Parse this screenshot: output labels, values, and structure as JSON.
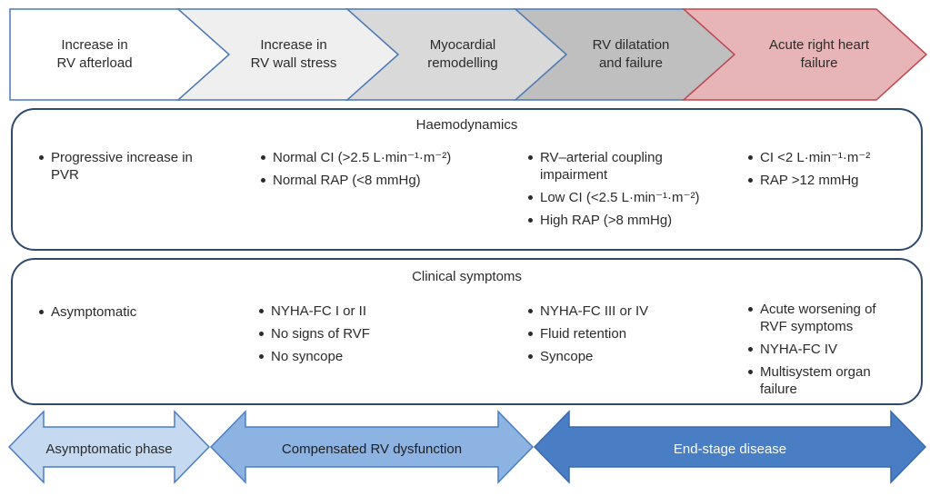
{
  "stages": [
    {
      "line1": "Increase in",
      "line2": "RV afterload"
    },
    {
      "line1": "Increase in",
      "line2": "RV wall stress"
    },
    {
      "line1": "Myocardial",
      "line2": "remodelling"
    },
    {
      "line1": "RV dilatation",
      "line2": "and failure"
    },
    {
      "line1": "Acute right heart",
      "line2": "failure"
    }
  ],
  "haemodynamics": {
    "title": "Haemodynamics",
    "col1": [
      "Progressive increase in PVR"
    ],
    "col2": [
      "Normal CI (>2.5 L·min⁻¹·m⁻²)",
      "Normal RAP (<8 mmHg)"
    ],
    "col3": [
      "RV–arterial coupling impairment",
      "Low CI (<2.5 L·min⁻¹·m⁻²)",
      "High RAP (>8 mmHg)"
    ],
    "col4": [
      "CI <2 L·min⁻¹·m⁻²",
      "RAP >12 mmHg"
    ]
  },
  "clinical": {
    "title": "Clinical symptoms",
    "col1": [
      "Asymptomatic"
    ],
    "col2": [
      "NYHA-FC I or II",
      "No signs of RVF",
      "No syncope"
    ],
    "col3": [
      "NYHA-FC III or IV",
      "Fluid retention",
      "Syncope"
    ],
    "col4": [
      "Acute worsening of RVF symptoms",
      "NYHA-FC IV",
      "Multisystem organ failure"
    ]
  },
  "phases": {
    "asymptomatic": "Asymptomatic phase",
    "compensated": "Compensated RV dysfunction",
    "end_stage": "End-stage disease"
  },
  "colors": {
    "stage1": "#ffffff",
    "stage2": "#efefef",
    "stage3": "#d9d9d9",
    "stage4": "#bfbfbf",
    "stage5": "#e7b5b8",
    "chevron_border": "#4a78b5",
    "chevron_border_red": "#c0464f",
    "box_border": "#2f4a6d",
    "phase1": "#c5d9f1",
    "phase2": "#8db3e2",
    "phase3": "#4a7ec4"
  }
}
